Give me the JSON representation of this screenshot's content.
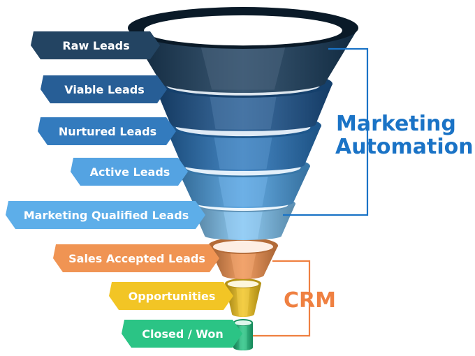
{
  "funnel": {
    "stages": [
      {
        "label": "Raw Leads",
        "color": "#173a5a"
      },
      {
        "label": "Viable Leads",
        "color": "#1c5590"
      },
      {
        "label": "Nurtured Leads",
        "color": "#2874bb"
      },
      {
        "label": "Active Leads",
        "color": "#4b9ee0"
      },
      {
        "label": "Marketing Qualified Leads",
        "color": "#7ec3f2"
      },
      {
        "label": "Sales Accepted Leads",
        "color": "#ef8e4a"
      },
      {
        "label": "Opportunities",
        "color": "#f1c21a"
      },
      {
        "label": "Closed / Won",
        "color": "#20c17f"
      }
    ]
  },
  "groups": {
    "marketing": {
      "line1": "Marketing",
      "line2": "Automation",
      "color": "#1a73c6"
    },
    "crm": {
      "label": "CRM",
      "color": "#ef8041"
    }
  }
}
